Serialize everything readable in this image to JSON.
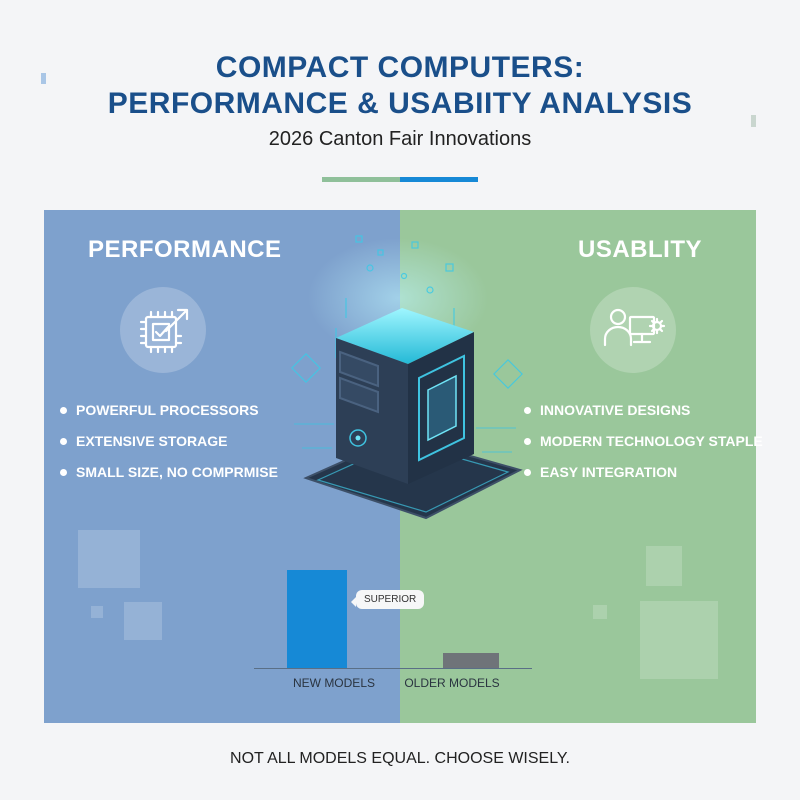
{
  "header": {
    "title_line1": "COMPACT COMPUTERS:",
    "title_line2": "PERFORMANCE & USABIITY ANALYSIS",
    "subtitle": "2026 Canton Fair Innovations"
  },
  "colors": {
    "title": "#1a4f8a",
    "performance_panel": "#7ea1cd",
    "usability_panel": "#9ac79b",
    "accent_blue": "#1689d6",
    "older_bar": "#6f7479"
  },
  "performance": {
    "heading": "PERFORMANCE",
    "icon": "cpu-arrow-icon",
    "bullets": [
      "POWERFUL PROCESSORS",
      "EXTENSIVE STORAGE",
      "SMALL SIZE, NO COMPRMISE"
    ]
  },
  "usability": {
    "heading": "USABLITY",
    "icon": "user-computer-gear-icon",
    "bullets": [
      "INNOVATIVE DESIGNS",
      "MODERN TECHNOLOGY STAPLE",
      "EASY INTEGRATION"
    ]
  },
  "chart_data": {
    "type": "bar",
    "categories": [
      "NEW MODELS",
      "OLDER MODELS"
    ],
    "values": [
      100,
      15
    ],
    "ylim": [
      0,
      100
    ],
    "annotations": [
      {
        "category": "NEW MODELS",
        "text": "SUPERIOR"
      }
    ],
    "grid": false,
    "colors": [
      "#1689d6",
      "#6f7479"
    ]
  },
  "footer": {
    "tagline": "NOT ALL MODELS EQUAL. CHOOSE WISELY."
  }
}
